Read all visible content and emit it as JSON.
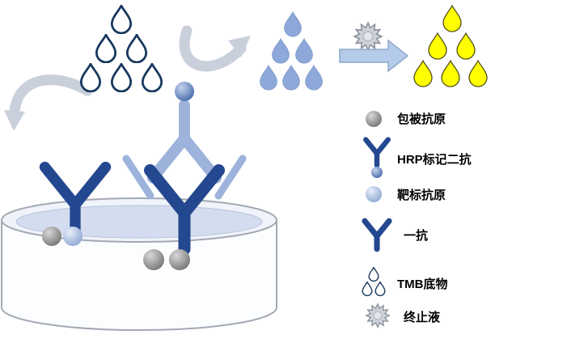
{
  "legend": {
    "items": [
      {
        "id": "coating-antigen",
        "icon": "gray-bead-icon",
        "label": "包被抗原"
      },
      {
        "id": "hrp-secondary-antibody",
        "icon": "hrp-antibody-icon",
        "label": "HRP标记二抗"
      },
      {
        "id": "target-antigen",
        "icon": "blue-bead-icon",
        "label": "靶标抗原"
      },
      {
        "id": "primary-antibody",
        "icon": "antibody-y-icon",
        "label": "一抗"
      },
      {
        "id": "tmb-substrate",
        "icon": "droplets-icon",
        "label": "TMB底物"
      },
      {
        "id": "stop-solution",
        "icon": "starburst-icon",
        "label": "终止液"
      }
    ]
  },
  "colors": {
    "navy": "#17375E",
    "antibody_blue": "#24488F",
    "antibody_light": "#9DB3DB",
    "steel_blue": "#8EA9D9",
    "drop_yellow": "#FFFF00",
    "bead_gray": "#8C8C8C",
    "arrow_gray": "#C9D0DC",
    "arrow_blue": "#B4CBE9",
    "liquid_blue": "#D3DDEF"
  }
}
